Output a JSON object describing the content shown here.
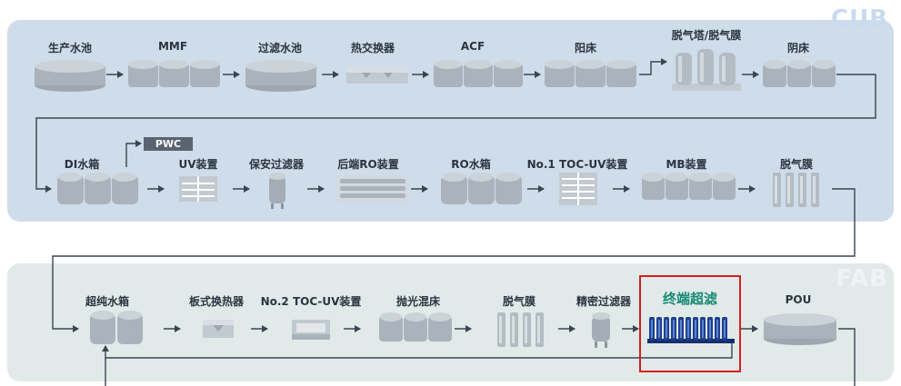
{
  "zones": {
    "cub": "CUB",
    "fab": "FAB"
  },
  "colors": {
    "cub_panel": "#cfdcea",
    "fab_panel": "#e1eae9",
    "highlight_border": "#d41f1f",
    "ultrafilter_label": "#168a72",
    "ultrafilter_body": "#1e3f8f"
  },
  "row1": {
    "production_tank": "生产水池",
    "mmf": "MMF",
    "filter_tank": "过滤水池",
    "heat_exchanger": "热交换器",
    "acf": "ACF",
    "cation_bed": "阳床",
    "degas_tower": "脱气塔/脱气膜",
    "anion_bed": "阴床"
  },
  "row2": {
    "di_tank": "DI水箱",
    "pwc": "PWC",
    "uv_unit": "UV装置",
    "security_filter": "保安过滤器",
    "back_ro": "后端RO装置",
    "ro_tank": "RO水箱",
    "toc_uv_1": "No.1 TOC-UV装置",
    "mb_unit": "MB装置",
    "degas_membrane": "脱气膜"
  },
  "row3": {
    "ultrapure_tank": "超纯水箱",
    "plate_heat_exchanger": "板式换热器",
    "toc_uv_2": "No.2 TOC-UV装置",
    "polish_mixed_bed": "抛光混床",
    "degas_membrane": "脱气膜",
    "precision_filter": "精密过滤器",
    "ultrafilter": "终端超滤",
    "pou": "POU"
  }
}
